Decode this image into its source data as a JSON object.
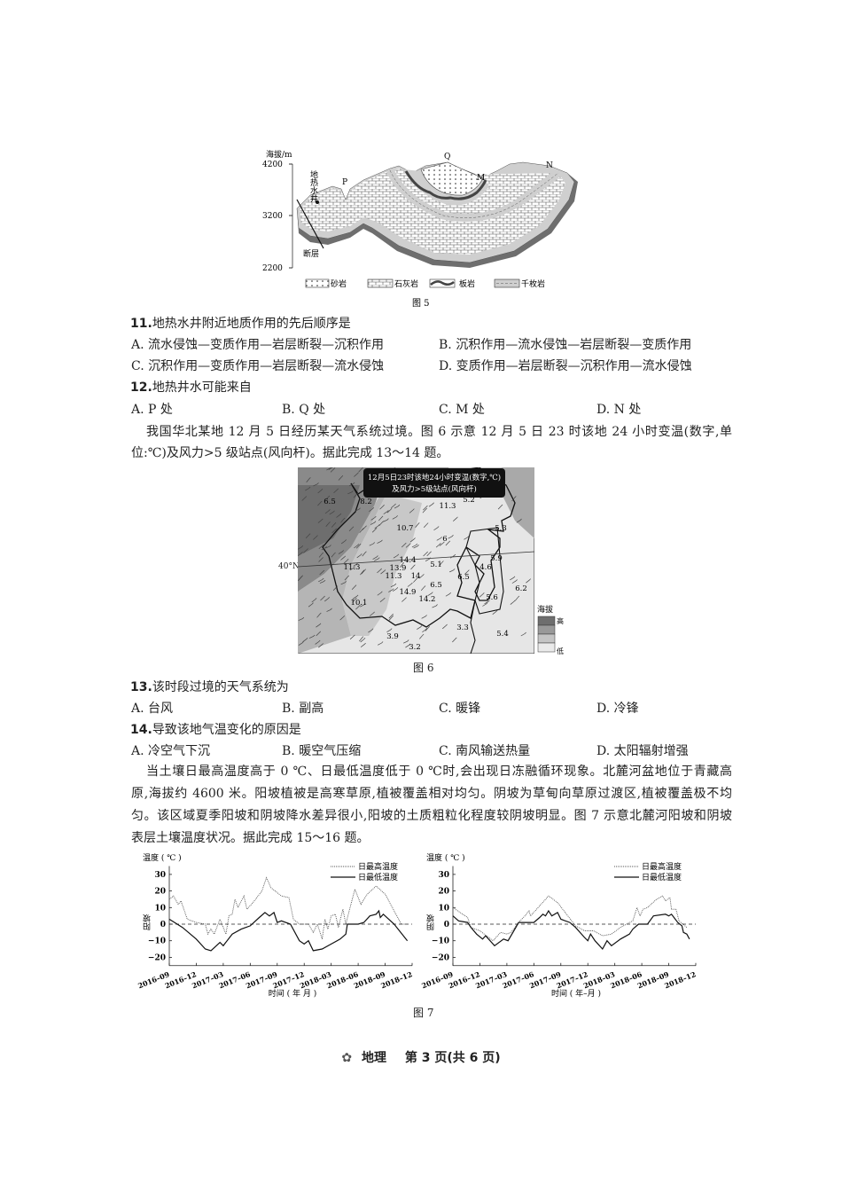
{
  "figure5": {
    "y_axis_label": "海拔/m",
    "y_ticks": [
      "4200",
      "3200",
      "2200"
    ],
    "labels": {
      "well": "地热水井",
      "fault": "断层",
      "P": "P",
      "Q": "Q",
      "M": "M",
      "N": "N"
    },
    "legend": [
      "砂岩",
      "石灰岩",
      "板岩",
      "千枚岩"
    ],
    "caption": "图 5"
  },
  "q11": {
    "number": "11.",
    "stem": "地热水井附近地质作用的先后顺序是",
    "options": [
      "A. 流水侵蚀—变质作用—岩层断裂—沉积作用",
      "B. 沉积作用—流水侵蚀—岩层断裂—变质作用",
      "C. 沉积作用—变质作用—岩层断裂—流水侵蚀",
      "D. 变质作用—岩层断裂—沉积作用—流水侵蚀"
    ]
  },
  "q12": {
    "number": "12.",
    "stem": "地热井水可能来自",
    "options": [
      "A. P 处",
      "B. Q 处",
      "C. M 处",
      "D. N 处"
    ]
  },
  "intro13": {
    "lines": [
      "我国华北某地 12 月 5 日经历某天气系统过境。图 6 示意 12 月 5 日 23 时该地 24 小时变温(数字,单",
      "位:℃)及风力>5 级站点(风向杆)。据此完成 13～14 题。"
    ]
  },
  "figure6": {
    "title_lines": [
      "12月5日23时该地24小时变温(数字,℃)",
      "及风力>5级站点(风向杆)"
    ],
    "latitude_label": "40°N",
    "temperature_changes": [
      "6.5",
      "8.2",
      "11.3",
      "5.2",
      "10.7",
      "5.3",
      "6",
      "5.9",
      "14.4",
      "5.1",
      "11.3",
      "4.6",
      "13.9",
      "6.5",
      "11.3",
      "14",
      "6.5",
      "6.2",
      "14.9",
      "5.6",
      "14.2",
      "10.1",
      "3.3",
      "5.4",
      "3.9",
      "3.2"
    ],
    "legend_title": "海拔",
    "legend_high": "高",
    "legend_low": "低",
    "caption": "图 6"
  },
  "q13": {
    "number": "13.",
    "stem": "该时段过境的天气系统为",
    "options": [
      "A. 台风",
      "B. 副高",
      "C. 暖锋",
      "D. 冷锋"
    ]
  },
  "q14": {
    "number": "14.",
    "stem": "导致该地气温变化的原因是",
    "options": [
      "A. 冷空气下沉",
      "B. 暖空气压缩",
      "C. 南风输送热量",
      "D. 太阳辐射增强"
    ]
  },
  "intro15": {
    "lines": [
      "当土壤日最高温度高于 0 ℃、日最低温度低于 0 ℃时,会出现日冻融循环现象。北麓河盆地位于青藏高",
      "原,海拔约 4600 米。阳坡植被是高寒草原,植被覆盖相对均匀。阴坡为草甸向草原过渡区,植被覆盖极不均",
      "匀。该区域夏季阳坡和阴坡降水差异很小,阳坡的土质粗粒化程度较阴坡明显。图 7 示意北麓河阳坡和阴坡",
      "表层土壤温度状况。据此完成 15～16 题。"
    ]
  },
  "figure7_caption": "图 7",
  "chart_data": [
    {
      "type": "line",
      "title": "",
      "ylabel": "温度 ( ℃ )",
      "panel_label": "阳坡",
      "xlabel": "时间 ( 年  月 )",
      "ylim": [
        -25,
        35
      ],
      "xlim": [
        "2016-09",
        "2018-12"
      ],
      "y_ticks": [
        "30",
        "20",
        "10",
        "0",
        "−10",
        "−20"
      ],
      "x_ticks": [
        "2016–09",
        "2016–12",
        "2017–03",
        "2017–06",
        "2017–09",
        "2017–12",
        "2018–03",
        "2018–06",
        "2018–09",
        "2018–12"
      ],
      "reference_line": 0,
      "legend_placement": "top-right",
      "series": [
        {
          "name": "日最高温度",
          "style": "dotted",
          "points": [
            [
              "2016-09-01",
              15
            ],
            [
              "2016-09-15",
              17
            ],
            [
              "2016-10-01",
              12
            ],
            [
              "2016-10-10",
              14
            ],
            [
              "2016-11-01",
              3
            ],
            [
              "2016-12-01",
              1
            ],
            [
              "2017-01-01",
              0
            ],
            [
              "2017-01-10",
              -6
            ],
            [
              "2017-01-20",
              -3
            ],
            [
              "2017-02-01",
              -6
            ],
            [
              "2017-02-20",
              3
            ],
            [
              "2017-03-01",
              -2
            ],
            [
              "2017-03-10",
              -6
            ],
            [
              "2017-03-20",
              5
            ],
            [
              "2017-04-01",
              6
            ],
            [
              "2017-04-10",
              15
            ],
            [
              "2017-04-20",
              10
            ],
            [
              "2017-05-10",
              17
            ],
            [
              "2017-05-20",
              9
            ],
            [
              "2017-06-10",
              13
            ],
            [
              "2017-07-10",
              20
            ],
            [
              "2017-07-25",
              28
            ],
            [
              "2017-08-10",
              22
            ],
            [
              "2017-09-15",
              17
            ],
            [
              "2017-10-10",
              16
            ],
            [
              "2017-10-25",
              3
            ],
            [
              "2017-11-15",
              0
            ],
            [
              "2017-12-15",
              0
            ],
            [
              "2018-01-01",
              -5
            ],
            [
              "2018-01-15",
              0
            ],
            [
              "2018-02-01",
              -9
            ],
            [
              "2018-02-10",
              3
            ],
            [
              "2018-02-20",
              -3
            ],
            [
              "2018-03-01",
              5
            ],
            [
              "2018-03-15",
              6
            ],
            [
              "2018-03-25",
              -2
            ],
            [
              "2018-04-10",
              9
            ],
            [
              "2018-04-20",
              0
            ],
            [
              "2018-05-01",
              8
            ],
            [
              "2018-05-20",
              21
            ],
            [
              "2018-06-10",
              12
            ],
            [
              "2018-07-01",
              18
            ],
            [
              "2018-08-01",
              23
            ],
            [
              "2018-09-01",
              18
            ],
            [
              "2018-10-01",
              8
            ],
            [
              "2018-10-25",
              0
            ],
            [
              "2018-11-15",
              0
            ]
          ]
        },
        {
          "name": "日最低温度",
          "style": "solid",
          "points": [
            [
              "2016-09-01",
              3
            ],
            [
              "2016-10-15",
              -2
            ],
            [
              "2016-12-01",
              -9
            ],
            [
              "2017-01-01",
              -15
            ],
            [
              "2017-01-20",
              -16
            ],
            [
              "2017-02-20",
              -11
            ],
            [
              "2017-03-01",
              -13
            ],
            [
              "2017-04-01",
              -6
            ],
            [
              "2017-05-01",
              -3
            ],
            [
              "2017-06-01",
              -1
            ],
            [
              "2017-07-01",
              4
            ],
            [
              "2017-07-20",
              7
            ],
            [
              "2017-08-05",
              5
            ],
            [
              "2017-08-20",
              7
            ],
            [
              "2017-09-01",
              1
            ],
            [
              "2017-09-15",
              2
            ],
            [
              "2017-10-15",
              0
            ],
            [
              "2017-11-15",
              -10
            ],
            [
              "2017-12-01",
              -12
            ],
            [
              "2017-12-15",
              -10
            ],
            [
              "2018-01-01",
              -16
            ],
            [
              "2018-02-01",
              -15
            ],
            [
              "2018-03-01",
              -12
            ],
            [
              "2018-04-01",
              -9
            ],
            [
              "2018-04-20",
              -6
            ],
            [
              "2018-04-25",
              0
            ],
            [
              "2018-06-01",
              0
            ],
            [
              "2018-06-20",
              1
            ],
            [
              "2018-07-10",
              5
            ],
            [
              "2018-08-01",
              6
            ],
            [
              "2018-08-10",
              8
            ],
            [
              "2018-08-15",
              4
            ],
            [
              "2018-08-25",
              6
            ],
            [
              "2018-10-01",
              0
            ],
            [
              "2018-11-15",
              -10
            ]
          ]
        }
      ]
    },
    {
      "type": "line",
      "title": "",
      "ylabel": "温度 ( ℃ )",
      "panel_label": "阴坡",
      "xlabel": "时间 ( 年–月 )",
      "ylim": [
        -25,
        35
      ],
      "xlim": [
        "2016-09",
        "2018-12"
      ],
      "y_ticks": [
        "30",
        "20",
        "10",
        "0",
        "−10",
        "−20"
      ],
      "x_ticks": [
        "2016–09",
        "2016–12",
        "2017–03",
        "2017–06",
        "2017–09",
        "2017–12",
        "2018–03",
        "2018–06",
        "2018–09",
        "2018–12"
      ],
      "reference_line": 0,
      "legend_placement": "top-right",
      "series": [
        {
          "name": "日最高温度",
          "style": "dotted",
          "points": [
            [
              "2016-09-01",
              10
            ],
            [
              "2016-10-20",
              4
            ],
            [
              "2016-11-01",
              -2
            ],
            [
              "2016-12-01",
              -4
            ],
            [
              "2017-01-15",
              -10
            ],
            [
              "2017-02-10",
              -5
            ],
            [
              "2017-03-01",
              -6
            ],
            [
              "2017-03-15",
              -5
            ],
            [
              "2017-04-10",
              1
            ],
            [
              "2017-05-01",
              5
            ],
            [
              "2017-05-15",
              8
            ],
            [
              "2017-05-20",
              5
            ],
            [
              "2017-06-10",
              9
            ],
            [
              "2017-07-10",
              15
            ],
            [
              "2017-07-20",
              17
            ],
            [
              "2017-08-20",
              13
            ],
            [
              "2017-09-20",
              6
            ],
            [
              "2017-10-20",
              -1
            ],
            [
              "2017-11-20",
              -4
            ],
            [
              "2017-12-20",
              -4
            ],
            [
              "2018-01-20",
              -7
            ],
            [
              "2018-02-20",
              -6
            ],
            [
              "2018-03-20",
              -2
            ],
            [
              "2018-04-10",
              0
            ],
            [
              "2018-05-01",
              2
            ],
            [
              "2018-05-15",
              10
            ],
            [
              "2018-05-25",
              5
            ],
            [
              "2018-06-05",
              9
            ],
            [
              "2018-06-20",
              10
            ],
            [
              "2018-07-20",
              15
            ],
            [
              "2018-08-10",
              17
            ],
            [
              "2018-08-20",
              14
            ],
            [
              "2018-09-05",
              16
            ],
            [
              "2018-09-10",
              9
            ],
            [
              "2018-09-25",
              9
            ],
            [
              "2018-10-05",
              2
            ],
            [
              "2018-11-01",
              -2
            ]
          ]
        },
        {
          "name": "日最低温度",
          "style": "solid",
          "points": [
            [
              "2016-09-01",
              5
            ],
            [
              "2016-09-20",
              2
            ],
            [
              "2016-10-20",
              1
            ],
            [
              "2016-11-01",
              -2
            ],
            [
              "2016-11-20",
              -6
            ],
            [
              "2016-12-10",
              -9
            ],
            [
              "2016-12-20",
              -7
            ],
            [
              "2017-01-20",
              -13
            ],
            [
              "2017-02-20",
              -9
            ],
            [
              "2017-03-05",
              -10
            ],
            [
              "2017-04-01",
              -2
            ],
            [
              "2017-04-10",
              1
            ],
            [
              "2017-05-01",
              1
            ],
            [
              "2017-06-01",
              1
            ],
            [
              "2017-06-20",
              4
            ],
            [
              "2017-07-01",
              6
            ],
            [
              "2017-07-10",
              5
            ],
            [
              "2017-07-20",
              8
            ],
            [
              "2017-08-01",
              5
            ],
            [
              "2017-08-20",
              7
            ],
            [
              "2017-09-01",
              3
            ],
            [
              "2017-10-01",
              1
            ],
            [
              "2017-10-20",
              -2
            ],
            [
              "2017-11-20",
              -8
            ],
            [
              "2017-12-01",
              -10
            ],
            [
              "2017-12-10",
              -6
            ],
            [
              "2017-12-25",
              -10
            ],
            [
              "2018-01-20",
              -15
            ],
            [
              "2018-02-05",
              -10
            ],
            [
              "2018-02-20",
              -13
            ],
            [
              "2018-03-20",
              -9
            ],
            [
              "2018-04-20",
              -6
            ],
            [
              "2018-05-01",
              -3
            ],
            [
              "2018-05-20",
              0
            ],
            [
              "2018-06-20",
              0
            ],
            [
              "2018-07-10",
              5
            ],
            [
              "2018-08-20",
              6
            ],
            [
              "2018-09-01",
              5
            ],
            [
              "2018-09-10",
              6
            ],
            [
              "2018-10-01",
              1
            ],
            [
              "2018-10-15",
              -1
            ],
            [
              "2018-10-20",
              -5
            ],
            [
              "2018-11-01",
              -6
            ],
            [
              "2018-11-10",
              -9
            ]
          ]
        }
      ]
    }
  ],
  "footer": {
    "subject": "地理",
    "page": "第 3 页(共 6 页)",
    "logo_icon": "lotus-logo-icon"
  }
}
